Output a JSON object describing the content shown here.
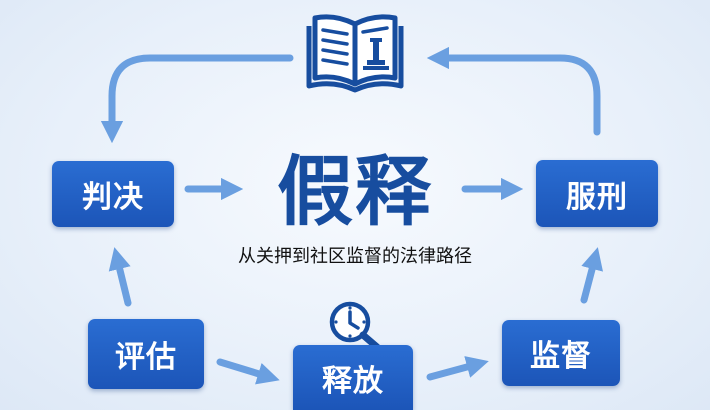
{
  "diagram": {
    "title": "假释",
    "subtitle": "从关押到社区监督的法律路径",
    "nodes": {
      "judgment": "判决",
      "serve": "服刑",
      "assess": "评估",
      "release": "释放",
      "supervise": "监督"
    },
    "icons": {
      "top": "law-book-icon",
      "release": "clock-magnifier-icon"
    },
    "colors": {
      "node": "#1f5fc4",
      "title": "#174d9f",
      "arrow": "#6a9fe0",
      "background": "#eaf1fa"
    }
  }
}
